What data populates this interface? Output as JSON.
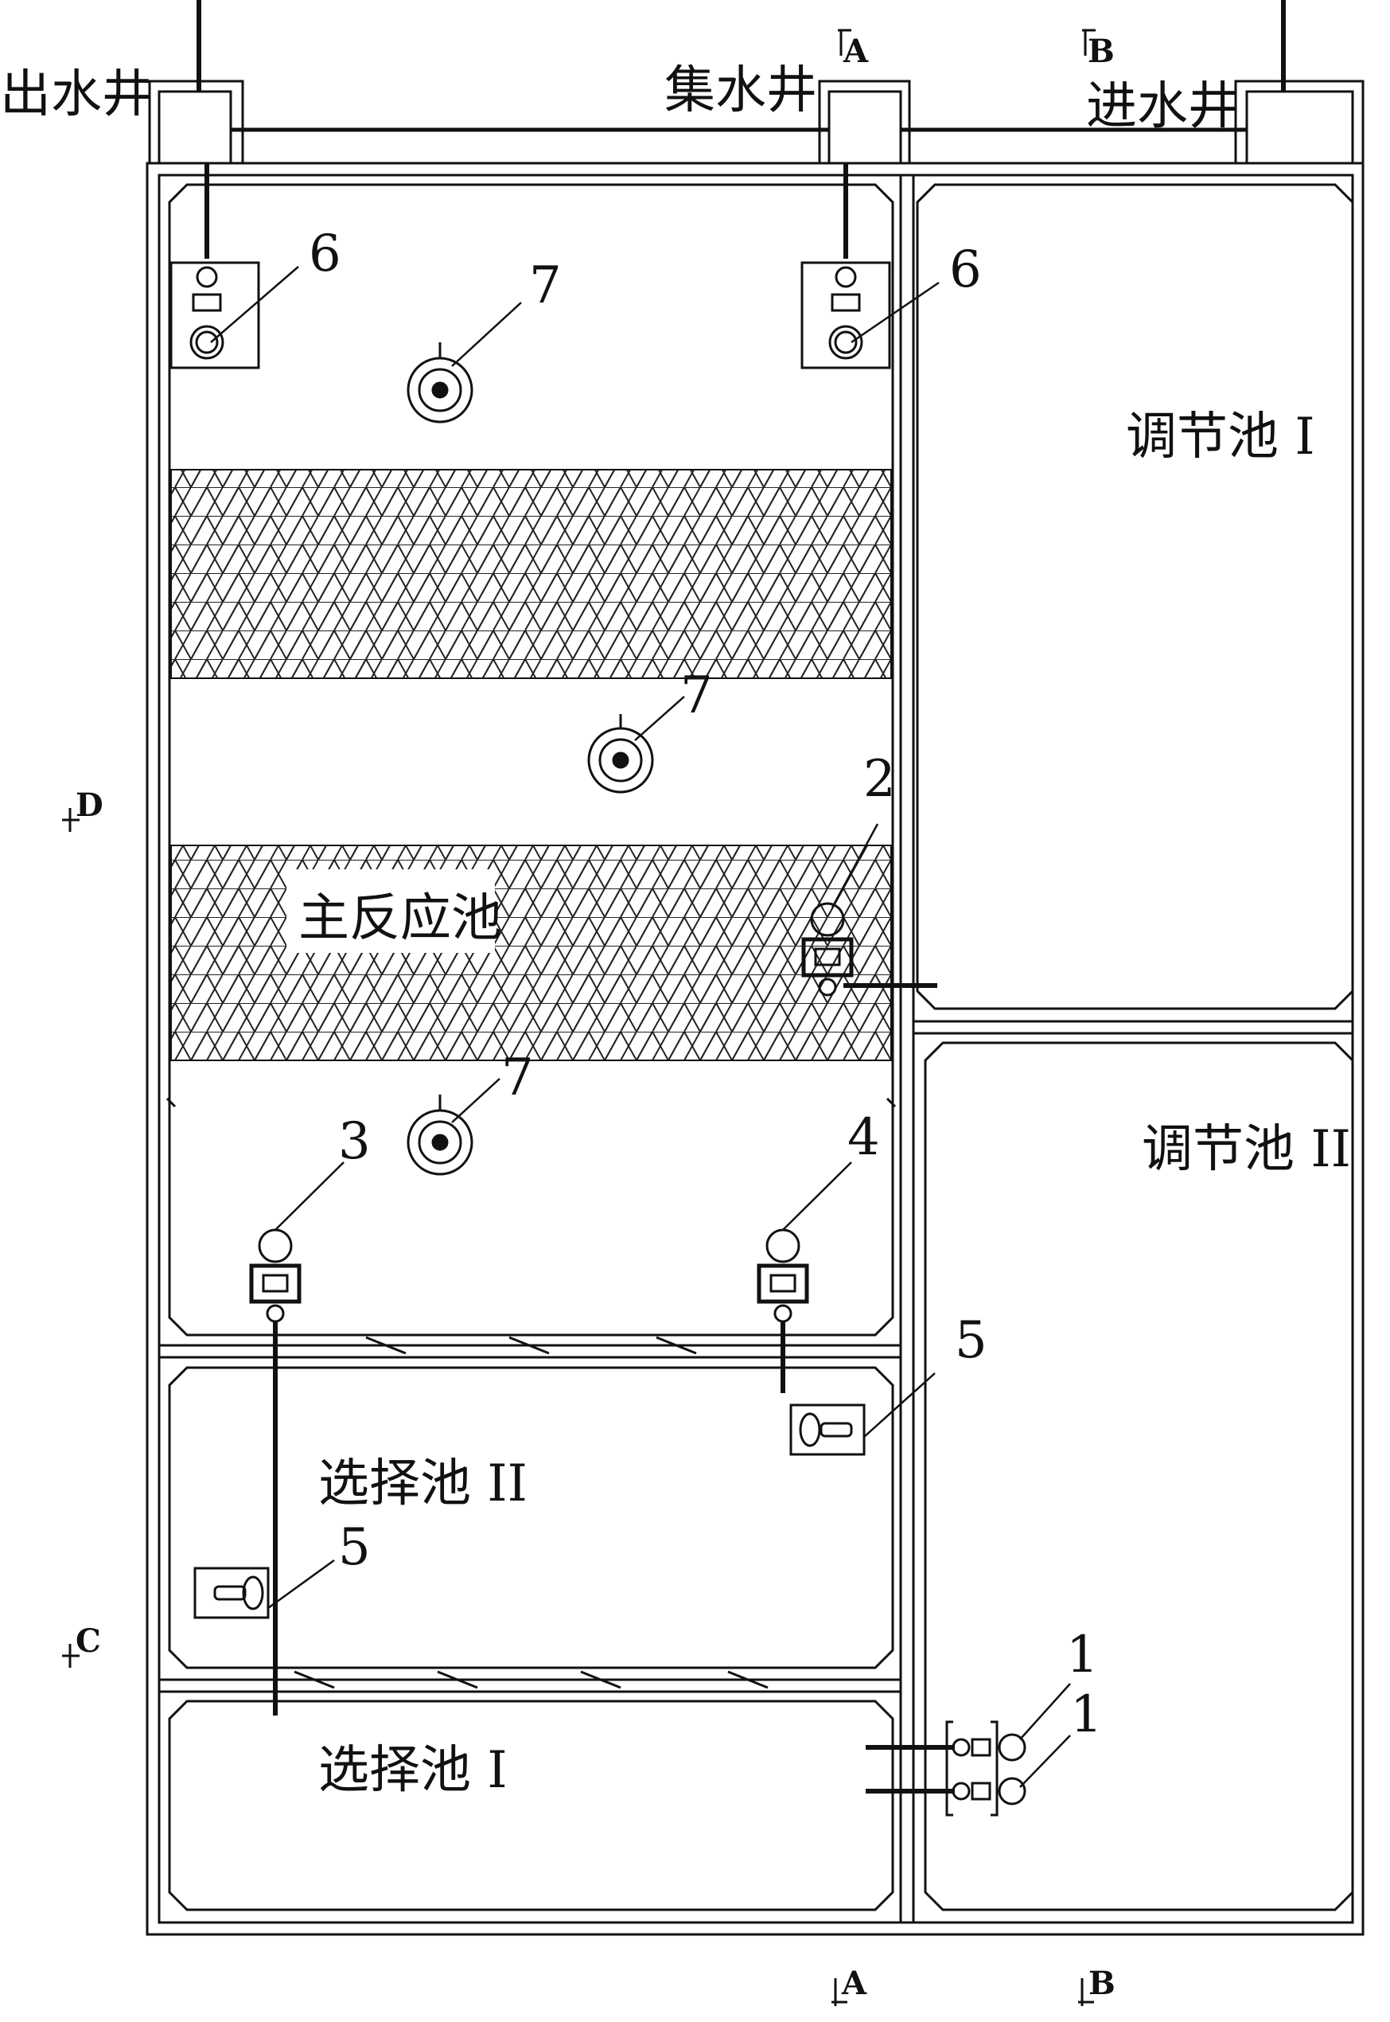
{
  "labels": {
    "outlet_well": "出水井",
    "collection_well": "集水井",
    "inlet_well": "进水井",
    "main_tank": "主反应池",
    "reg_tank_1": "调节池 I",
    "reg_tank_2": "调节池 II",
    "sel_tank_2": "选择池 II",
    "sel_tank_1": "选择池 I"
  },
  "callouts": {
    "n1a": "1",
    "n1b": "1",
    "n2": "2",
    "n3": "3",
    "n4": "4",
    "n5a": "5",
    "n5b": "5",
    "n6a": "6",
    "n6b": "6",
    "n7a": "7",
    "n7b": "7",
    "n7c": "7"
  },
  "section_marks": {
    "a_top": "A",
    "b_top": "B",
    "d": "D",
    "c": "C",
    "a_bottom": "A",
    "b_bottom": "B"
  },
  "colors": {
    "line": "#111111",
    "background": "#ffffff"
  }
}
